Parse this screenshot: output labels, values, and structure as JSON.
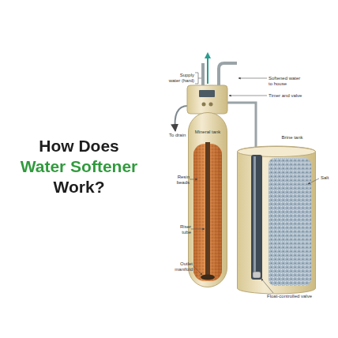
{
  "diagram": {
    "title": "How Does Water Softener Work?",
    "nodes": [
      {
        "text": [
          "Mineral tank"
        ]
      },
      {
        "text": [
          "Brine tank"
        ]
      }
    ],
    "labels": [
      "Supply water (hard)",
      "Softened water to house",
      "Timer and valve",
      "To drain",
      "Resin beads",
      "Salt",
      "Riser tube",
      "Outlet manifold",
      "Float-controlled valve"
    ]
  }
}
